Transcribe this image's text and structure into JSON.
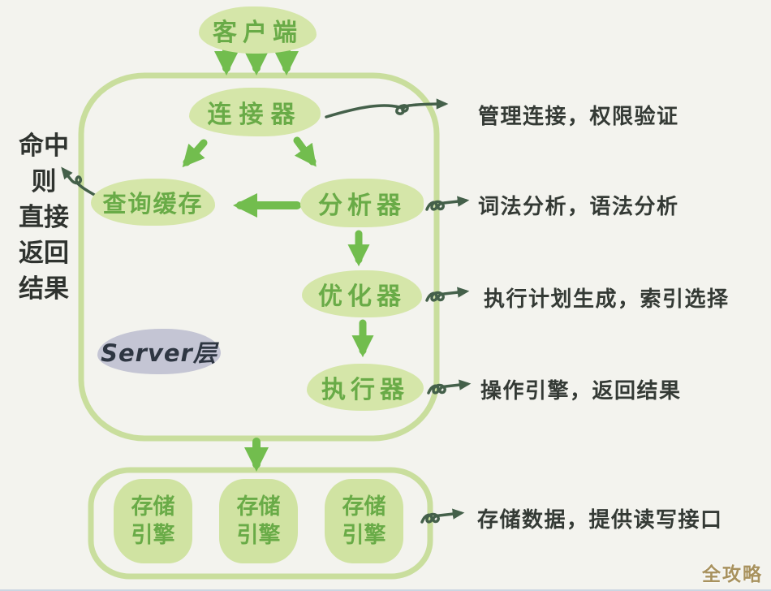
{
  "nodes": {
    "client": "客户端",
    "connector": "连接器",
    "query_cache": "查询缓存",
    "analyzer": "分析器",
    "optimizer": "优化器",
    "executor": "执行器",
    "server_layer": "Server层"
  },
  "storage_engines": [
    "存储\n引擎",
    "存储\n引擎",
    "存储\n引擎"
  ],
  "annotations": [
    "管理连接，权限验证",
    "词法分析，语法分析",
    "执行计划生成，索引选择",
    "操作引擎，返回结果",
    "存储数据，提供读写接口"
  ],
  "side_note": "命中\n则\n直接\n返回\n结果",
  "watermark": "全攻略",
  "colors": {
    "background": "#f3f3ee",
    "bubble_fill": "#d5e6a9",
    "bubble_text": "#69ab47",
    "arrow_green": "#72bd4e",
    "box_border": "#c9de9d",
    "dark_ink": "#343a35",
    "dark_arrow": "#44604a",
    "server_blob": "#c4c5d4",
    "watermark": "#a8925e"
  }
}
